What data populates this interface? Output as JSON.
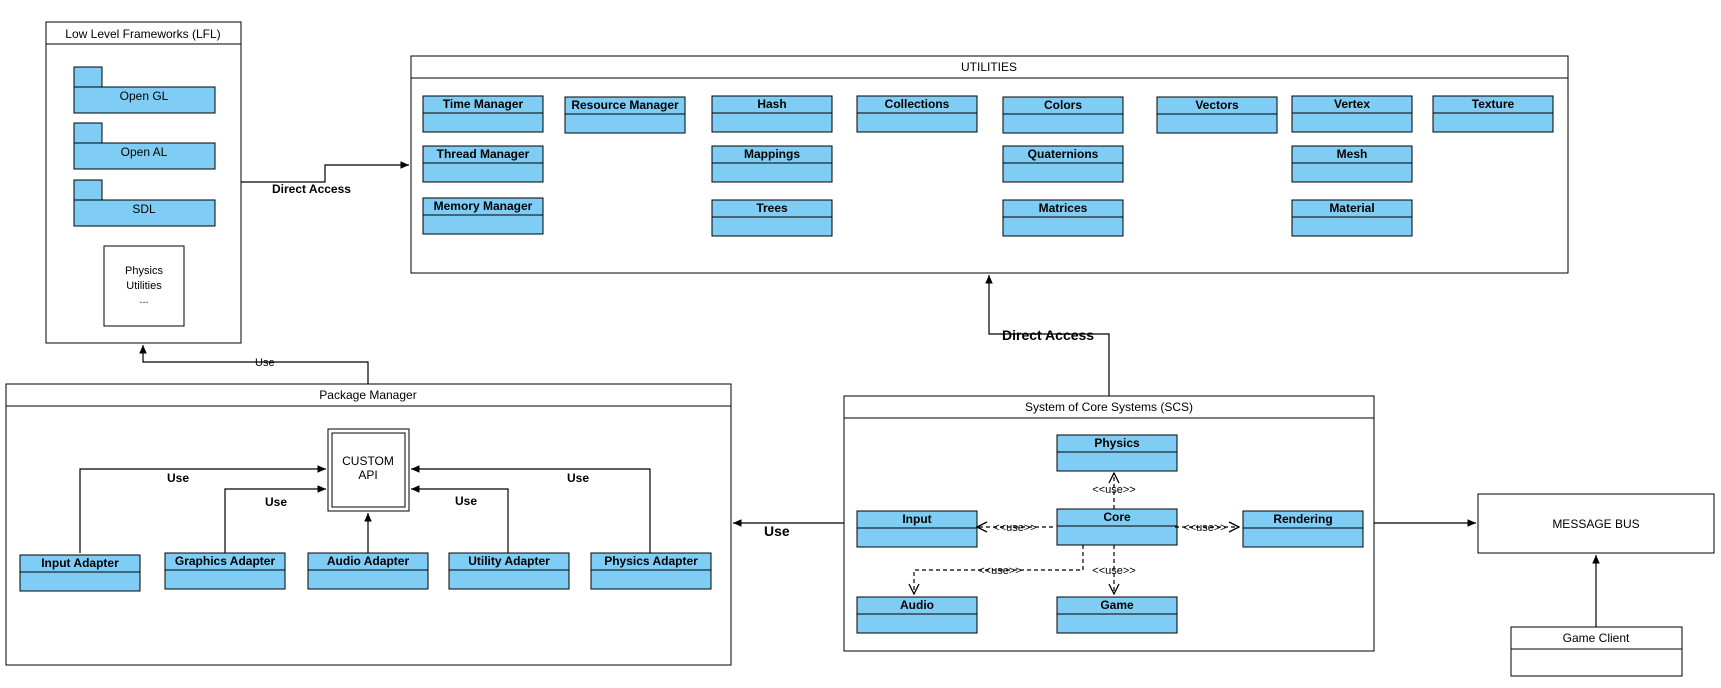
{
  "lfl": {
    "title": "Low Level Frameworks (LFL)",
    "packages": [
      "Open GL",
      "Open AL",
      "SDL"
    ],
    "note_lines": [
      "Physics",
      "Utilities",
      "..."
    ]
  },
  "utilities": {
    "title": "UTILITIES",
    "classes": [
      "Time Manager",
      "Resource Manager",
      "Hash",
      "Collections",
      "Colors",
      "Vectors",
      "Vertex",
      "Texture",
      "Thread Manager",
      "Mappings",
      "Quaternions",
      "Mesh",
      "Memory Manager",
      "Trees",
      "Matrices",
      "Material"
    ]
  },
  "package_manager": {
    "title": "Package Manager",
    "custom_api_lines": [
      "CUSTOM",
      "API"
    ],
    "adapters": [
      "Input Adapter",
      "Graphics Adapter",
      "Audio Adapter",
      "Utility Adapter",
      "Physics Adapter"
    ]
  },
  "scs": {
    "title": "System of Core Systems (SCS)",
    "classes": [
      "Physics",
      "Input",
      "Core",
      "Rendering",
      "Audio",
      "Game"
    ]
  },
  "message_bus": {
    "title": "MESSAGE BUS"
  },
  "game_client": {
    "title": "Game Client"
  },
  "labels": {
    "direct_access_utilities": "Direct Access",
    "direct_access_scs": "Direct Access",
    "use_pm_lfl": "Use",
    "use_scs_pm": "Use",
    "use_input_adapter": "Use",
    "use_graphics_adapter": "Use",
    "use_utility_adapter": "Use",
    "use_physics_adapter": "Use",
    "stereotype_use": "<<use>>"
  }
}
